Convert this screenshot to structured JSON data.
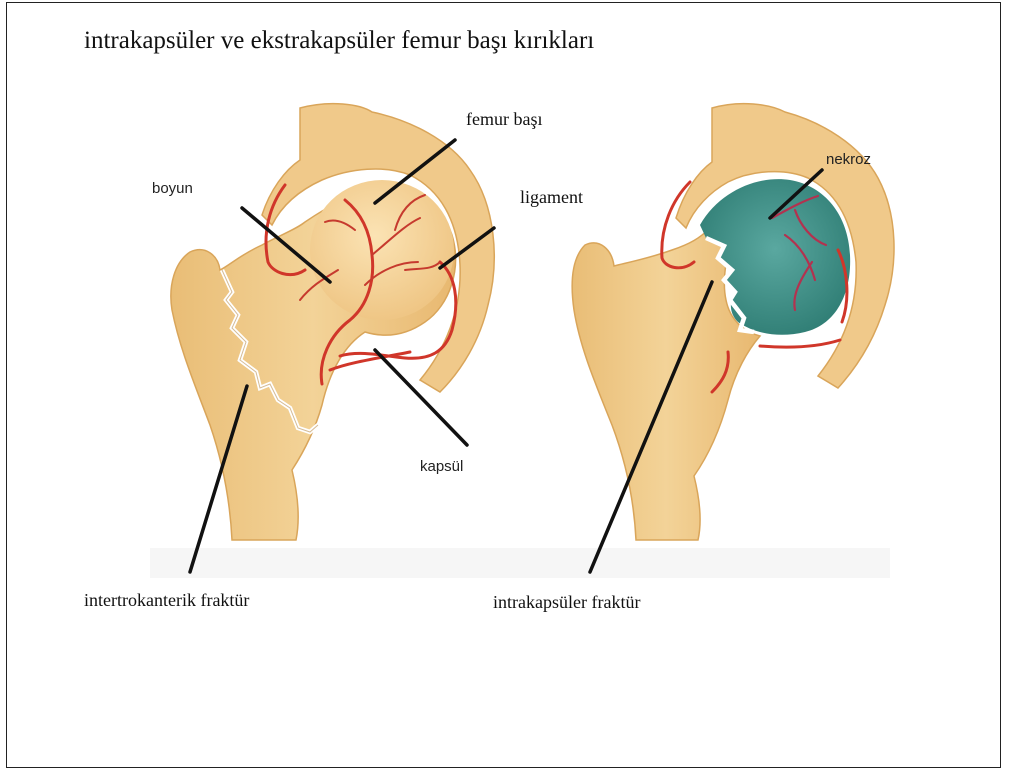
{
  "title": "intrakapsüler ve ekstrakapsüler femur başı kırıkları",
  "labels": {
    "femur_basi": "femur başı",
    "boyun": "boyun",
    "ligament": "ligament",
    "kapsul": "kapsül",
    "nekroz": "nekroz",
    "intertrokanterik": "intertrokanterik fraktür",
    "intrakapsuler": "intrakapsüler fraktür"
  },
  "colors": {
    "bone": "#f2cf8e",
    "bone_shadow": "#e2b66a",
    "vessel": "#d0362a",
    "necrosis": "#3f8f86",
    "fracture": "#ffffff"
  }
}
